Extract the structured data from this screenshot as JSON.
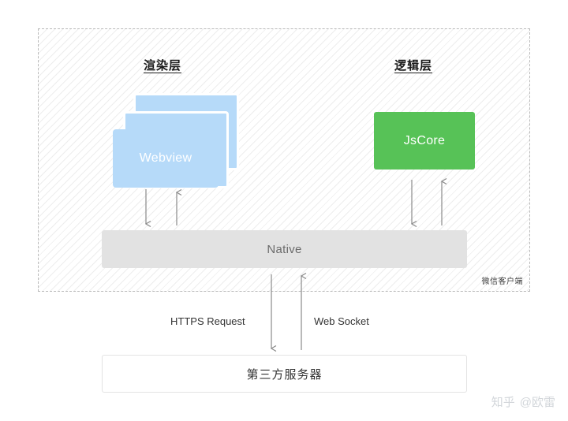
{
  "diagram": {
    "client_container": {
      "label": "微信客户端"
    },
    "sections": [
      {
        "id": "render",
        "title": "渲染层"
      },
      {
        "id": "logic",
        "title": "逻辑层"
      }
    ],
    "nodes": {
      "webview": {
        "label": "Webview",
        "color": "#b6daf9",
        "stack_count": 3
      },
      "jscore": {
        "label": "JsCore",
        "color": "#57c257"
      },
      "native": {
        "label": "Native",
        "color": "#e2e2e2"
      },
      "server": {
        "label": "第三方服务器",
        "color": "#ffffff"
      }
    },
    "connection_labels": {
      "https": "HTTPS Request",
      "websocket": "Web Socket"
    },
    "arrow_color": "#8a8a8a"
  },
  "watermark": {
    "site": "知乎",
    "author": "@欧雷"
  }
}
